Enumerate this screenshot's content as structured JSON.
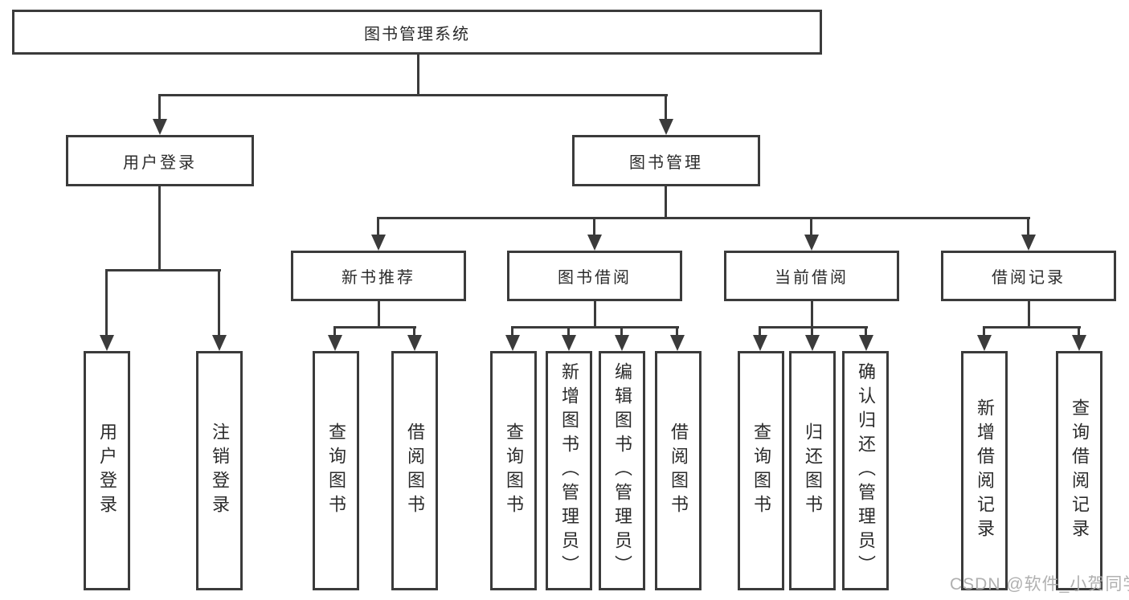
{
  "diagram": {
    "root": {
      "label": "图书管理系统"
    },
    "level2": [
      {
        "label": "用户登录"
      },
      {
        "label": "图书管理"
      }
    ],
    "level3": [
      {
        "label": "新书推荐",
        "parent": "图书管理"
      },
      {
        "label": "图书借阅",
        "parent": "图书管理"
      },
      {
        "label": "当前借阅",
        "parent": "图书管理"
      },
      {
        "label": "借阅记录",
        "parent": "图书管理"
      }
    ],
    "leaves": [
      {
        "label": "用户登录",
        "parent": "用户登录"
      },
      {
        "label": "注销登录",
        "parent": "用户登录"
      },
      {
        "label": "查询图书",
        "parent": "新书推荐"
      },
      {
        "label": "借阅图书",
        "parent": "新书推荐"
      },
      {
        "label": "查询图书",
        "parent": "图书借阅"
      },
      {
        "label": "新增图书（管理员）",
        "parent": "图书借阅"
      },
      {
        "label": "编辑图书（管理员）",
        "parent": "图书借阅"
      },
      {
        "label": "借阅图书",
        "parent": "图书借阅"
      },
      {
        "label": "查询图书",
        "parent": "当前借阅"
      },
      {
        "label": "归还图书",
        "parent": "当前借阅"
      },
      {
        "label": "确认归还（管理员）",
        "parent": "当前借阅"
      },
      {
        "label": "新增借阅记录",
        "parent": "借阅记录"
      },
      {
        "label": "查询借阅记录",
        "parent": "借阅记录"
      }
    ]
  },
  "watermark": {
    "text": "CSDN @软件_小贺同学"
  },
  "colors": {
    "line": "#3b3b3b",
    "text": "#2b2b2b",
    "background": "#ffffff",
    "watermark": "#acacac"
  }
}
